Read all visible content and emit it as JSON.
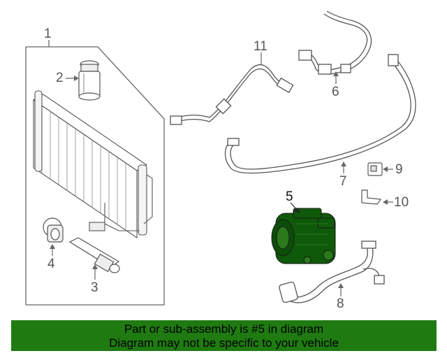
{
  "callouts": {
    "c1": "1",
    "c2": "2",
    "c3": "3",
    "c4": "4",
    "c5": "5",
    "c6": "6",
    "c7": "7",
    "c8": "8",
    "c9": "9",
    "c10": "10",
    "c11": "11"
  },
  "highlight_part": "5",
  "colors": {
    "banner_bg": "#1f7a12",
    "highlight": "#0e5a0a",
    "line": "#666666"
  },
  "banner": {
    "line1": "Part or sub-assembly is #5 in diagram",
    "line2": "Diagram may not be specific to your vehicle"
  }
}
